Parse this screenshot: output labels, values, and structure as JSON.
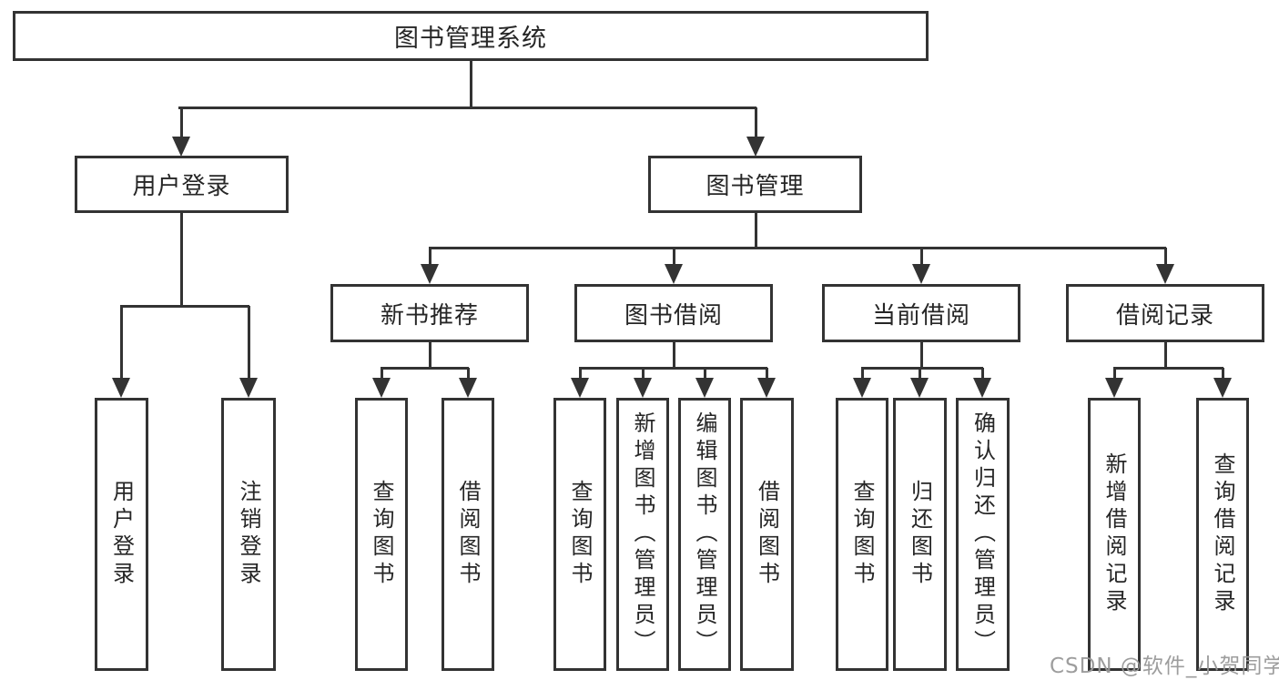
{
  "diagram": {
    "title": "图书管理系统",
    "root": "图书管理系统",
    "level2": [
      "用户登录",
      "图书管理"
    ],
    "level3": [
      "新书推荐",
      "图书借阅",
      "当前借阅",
      "借阅记录"
    ],
    "leaves": {
      "login": [
        "用户登录",
        "注销登录"
      ],
      "recommend": [
        "查询图书",
        "借阅图书"
      ],
      "borrow": [
        "查询图书",
        "新增图书（管理员）",
        "编辑图书（管理员）",
        "借阅图书"
      ],
      "current": [
        "查询图书",
        "归还图书",
        "确认归还（管理员）"
      ],
      "records": [
        "新增借阅记录",
        "查询借阅记录"
      ]
    },
    "colors": {
      "line": "#333333",
      "text": "#262626",
      "background": "#ffffff",
      "watermark": "#989898"
    }
  },
  "watermark": {
    "text": "CSDN @软件_小贺同学"
  }
}
